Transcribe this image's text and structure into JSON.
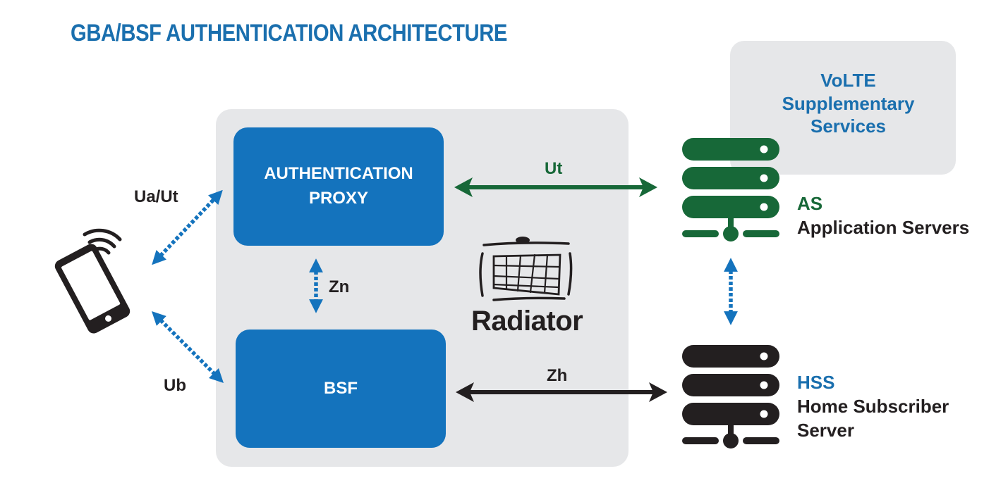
{
  "title": "GBA/BSF AUTHENTICATION ARCHITECTURE",
  "colors": {
    "title_blue": "#1a6fae",
    "box_blue": "#1473bd",
    "panel_gray": "#e6e7e9",
    "as_green": "#176838",
    "hss_black": "#231f20",
    "dashed_arrow_blue": "#1473bd"
  },
  "nodes": {
    "auth_proxy": {
      "line1": "AUTHENTICATION",
      "line2": "PROXY"
    },
    "bsf": {
      "label": "BSF"
    },
    "radiator": {
      "label": "Radiator",
      "icon": "radiator-logo-icon"
    },
    "ue": {
      "icon": "smartphone-wireless-icon"
    },
    "volte": {
      "line1": "VoLTE",
      "line2": "Supplementary",
      "line3": "Services"
    },
    "as": {
      "abbr": "AS",
      "name": "Application Servers",
      "icon": "server-stack-icon"
    },
    "hss": {
      "abbr": "HSS",
      "name_line1": "Home Subscriber",
      "name_line2": "Server",
      "icon": "server-stack-icon"
    }
  },
  "links": {
    "ua_ut": "Ua/Ut",
    "ub": "Ub",
    "zn": "Zn",
    "ut": "Ut",
    "zh": "Zh"
  }
}
